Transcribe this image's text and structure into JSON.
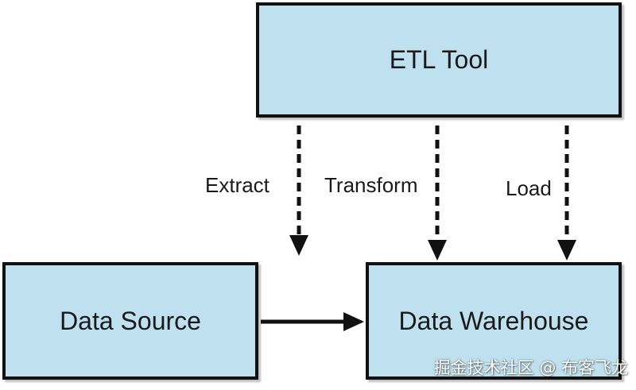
{
  "nodes": {
    "etl_tool": "ETL Tool",
    "data_source": "Data Source",
    "data_warehouse": "Data Warehouse"
  },
  "edge_labels": {
    "extract": "Extract",
    "transform": "Transform",
    "load": "Load"
  },
  "watermark": "掘金技术社区 @ 布客飞龙",
  "colors": {
    "box_fill": "#bfe1ef",
    "box_border": "#111111",
    "arrow": "#111111"
  }
}
